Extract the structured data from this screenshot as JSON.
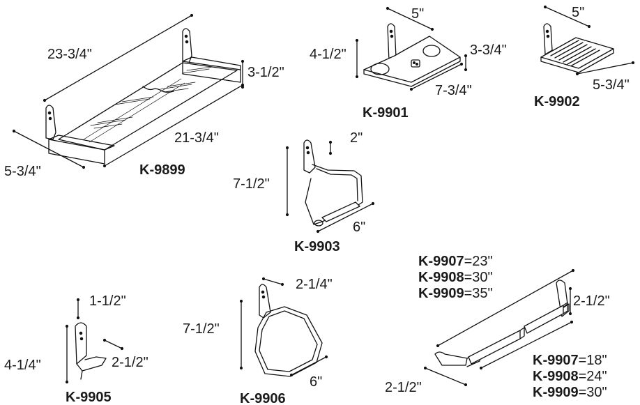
{
  "products": {
    "k9899": {
      "model": "K-9899",
      "length_overall": "23-3/4\"",
      "length_glass": "21-3/4\"",
      "depth": "5-3/4\"",
      "height": "3-1/2\""
    },
    "k9901": {
      "model": "K-9901",
      "width": "5\"",
      "height": "4-1/2\"",
      "depth": "3-3/4\"",
      "length": "7-3/4\""
    },
    "k9902": {
      "model": "K-9902",
      "width": "5\"",
      "length": "5-3/4\""
    },
    "k9903": {
      "model": "K-9903",
      "height": "7-1/2\"",
      "depth": "2\"",
      "width": "6\""
    },
    "k9905": {
      "model": "K-9905",
      "top": "1-1/2\"",
      "height": "4-1/4\"",
      "projection": "2-1/2\""
    },
    "k9906": {
      "model": "K-9906",
      "height": "7-1/2\"",
      "depth": "2-1/4\"",
      "width": "6\""
    },
    "towel_bar": {
      "overall_lengths": [
        {
          "model": "K-9907",
          "value": "=23\""
        },
        {
          "model": "K-9908",
          "value": "=30\""
        },
        {
          "model": "K-9909",
          "value": "=35\""
        }
      ],
      "bar_lengths": [
        {
          "model": "K-9907",
          "value": "=18\""
        },
        {
          "model": "K-9908",
          "value": "=24\""
        },
        {
          "model": "K-9909",
          "value": "=30\""
        }
      ],
      "height": "2-1/2\"",
      "projection": "2-1/2\""
    }
  },
  "icons": [
    "shelf-drawing",
    "tumbler-holder-drawing",
    "soap-dish-drawing",
    "paper-holder-drawing",
    "robe-hook-drawing",
    "towel-ring-drawing",
    "towel-bar-drawing"
  ]
}
